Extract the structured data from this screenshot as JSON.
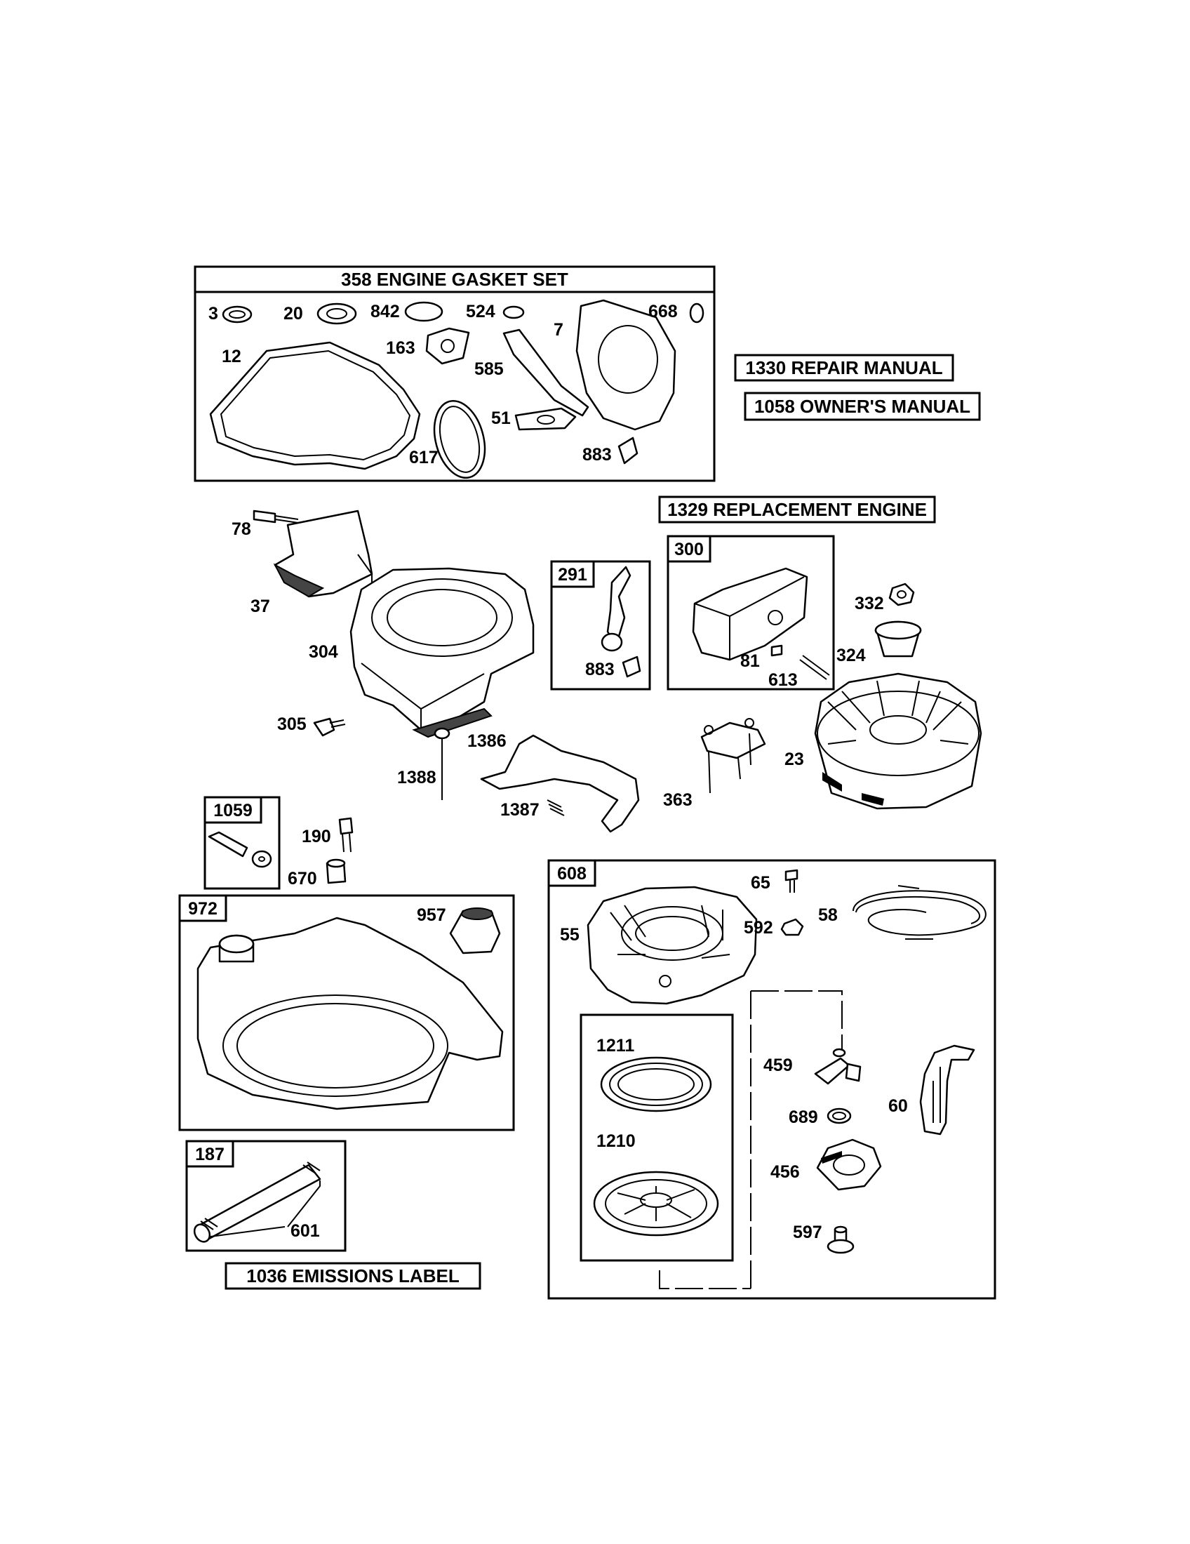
{
  "gasket_set": {
    "title": "358 ENGINE GASKET SET"
  },
  "boxed_titles": {
    "repair_manual": "1330 REPAIR MANUAL",
    "owners_manual": "1058 OWNER'S MANUAL",
    "replacement_engine": "1329 REPLACEMENT ENGINE",
    "emissions_label": "1036 EMISSIONS LABEL"
  },
  "kit_tags": {
    "k291": "291",
    "k300": "300",
    "k1059": "1059",
    "k972": "972",
    "k187": "187",
    "k608": "608"
  },
  "part_labels": {
    "p3": "3",
    "p20": "20",
    "p842": "842",
    "p524": "524",
    "p7": "7",
    "p668": "668",
    "p12": "12",
    "p163": "163",
    "p585": "585",
    "p51": "51",
    "p617": "617",
    "p883a": "883",
    "p78": "78",
    "p37": "37",
    "p304": "304",
    "p305": "305",
    "p883b": "883",
    "p81": "81",
    "p613": "613",
    "p332": "332",
    "p324": "324",
    "p1386": "1386",
    "p1388": "1388",
    "p1387": "1387",
    "p363": "363",
    "p23": "23",
    "p190": "190",
    "p670": "670",
    "p957": "957",
    "p601": "601",
    "p65": "65",
    "p592": "592",
    "p58": "58",
    "p55": "55",
    "p1211": "1211",
    "p1210": "1210",
    "p459": "459",
    "p689": "689",
    "p456": "456",
    "p597": "597",
    "p60": "60"
  }
}
